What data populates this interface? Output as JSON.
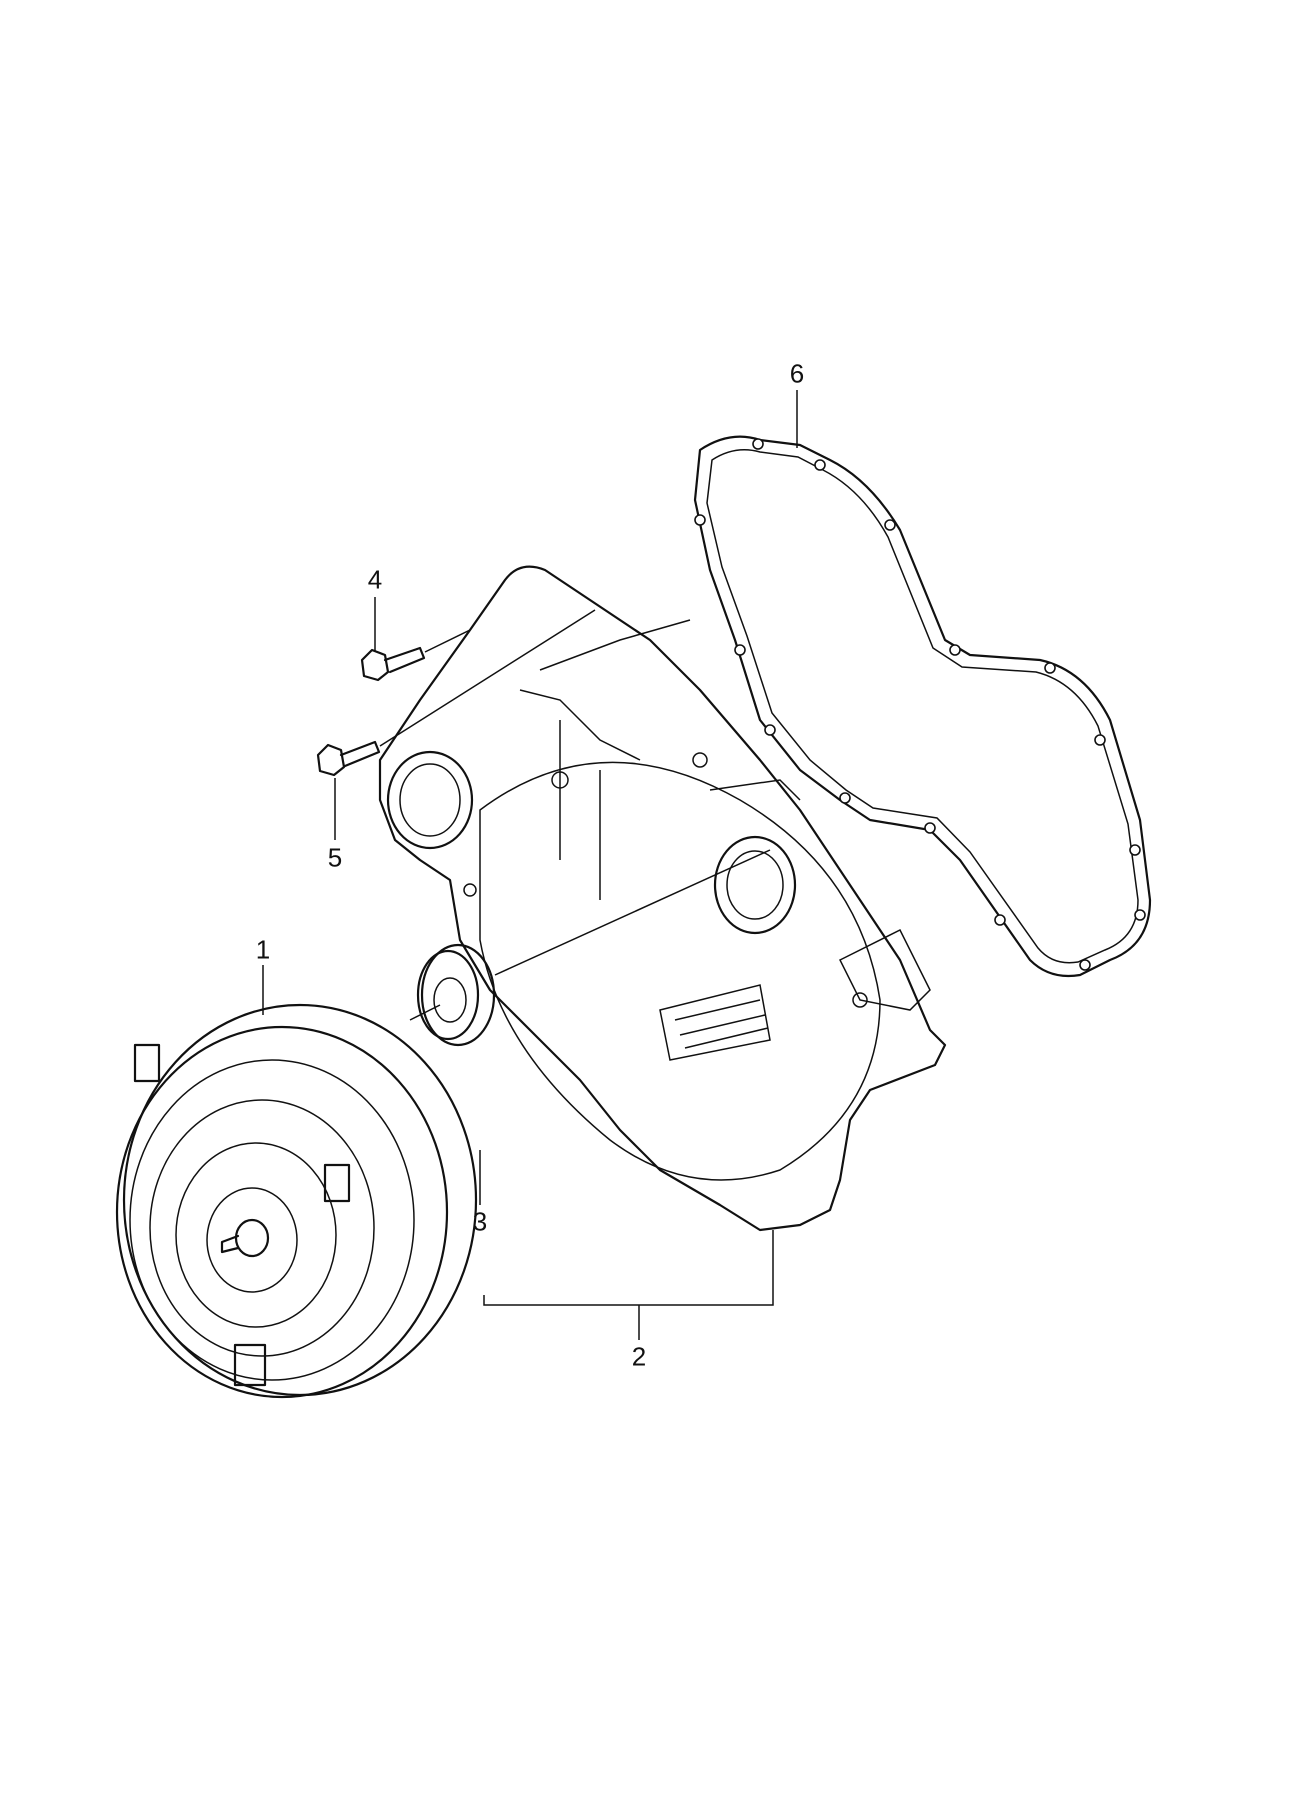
{
  "diagram": {
    "callouts": [
      {
        "id": "1",
        "part": "torque-converter"
      },
      {
        "id": "2",
        "part": "transmission-housing"
      },
      {
        "id": "3",
        "part": "shaft-seal"
      },
      {
        "id": "4",
        "part": "bolt"
      },
      {
        "id": "5",
        "part": "bolt"
      },
      {
        "id": "6",
        "part": "gasket"
      }
    ],
    "line_color": "#111111",
    "background": "#ffffff"
  }
}
